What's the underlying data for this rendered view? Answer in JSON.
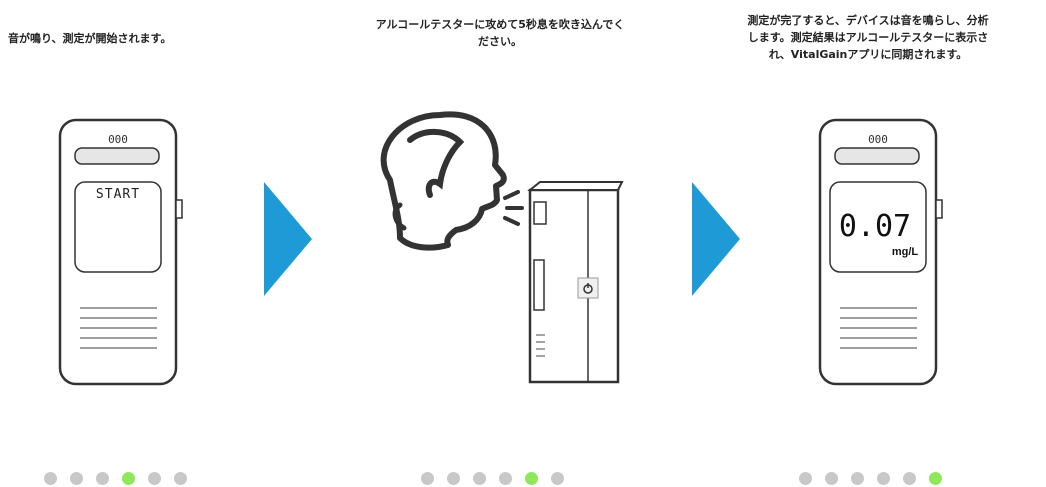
{
  "steps": [
    {
      "caption": "音が鳴り、測定が開始されます。",
      "device_code": "000",
      "screen_text": "START",
      "dots_total": 6,
      "active_dot": 4
    },
    {
      "caption": "アルコールテスターに攻めて5秒息を吹き込んでく\nださい。",
      "dots_total": 6,
      "active_dot": 5
    },
    {
      "caption": "測定が完了すると、デバイスは音を鳴らし、分析\nします。測定結果はアルコールテスターに表示さ\nれ、VitalGainアプリに同期されます。",
      "device_code": "000",
      "reading": "0.07",
      "unit": "mg/L",
      "dots_total": 6,
      "active_dot": 6
    }
  ],
  "colors": {
    "arrow": "#1e9bd7",
    "dot_active": "#8fe85a",
    "dot_inactive": "#c8c8c8",
    "outline": "#333333"
  }
}
